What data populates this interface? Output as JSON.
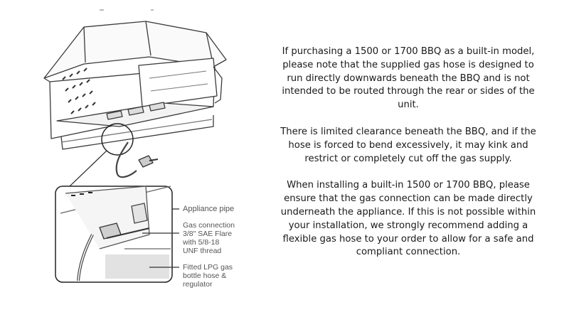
{
  "diagram": {
    "callouts": {
      "appliance_pipe": "Appliance pipe",
      "gas_connection": [
        "Gas connection",
        "3/8\" SAE Flare",
        "with 5/8-18",
        "UNF thread"
      ],
      "lpg_hose": [
        "Fitted LPG gas",
        "bottle hose &",
        "regulator"
      ]
    }
  },
  "notice": {
    "paragraphs": [
      "If purchasing a 1500 or 1700 BBQ as a built-in model, please note that the supplied gas hose is designed to run directly downwards beneath the BBQ and is not intended to be routed through the rear or sides of the unit.",
      "There is limited clearance beneath the BBQ, and if the hose is forced to bend excessively, it may kink and restrict or completely cut off the gas supply.",
      "When installing a built-in 1500 or 1700 BBQ, please ensure that the gas connection can be made directly underneath the appliance. If this is not possible within your installation, we strongly recommend adding a flexible gas hose to your order to allow for a safe and compliant connection."
    ]
  }
}
